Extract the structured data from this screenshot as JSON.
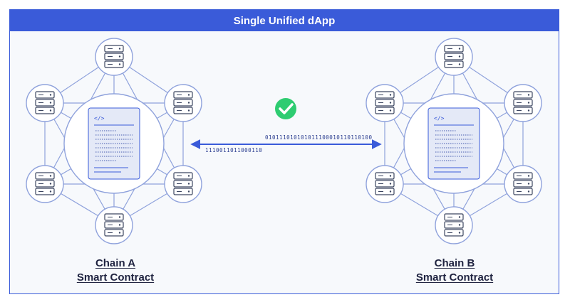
{
  "header": {
    "title": "Single Unified dApp"
  },
  "code_icon": "</>",
  "transfer": {
    "bits_top": "010111010101011100010110110100",
    "bits_bottom": "1110011011000110"
  },
  "chains": [
    {
      "line1": "Chain A",
      "line2": "Smart Contract"
    },
    {
      "line1": "Chain B",
      "line2": "Smart Contract"
    }
  ],
  "status": {
    "icon": "check-circle-icon",
    "color": "#2ecc71"
  },
  "colors": {
    "accent": "#3a5bd9",
    "line": "#8fa2dc",
    "node_fill": "#ffffff"
  }
}
